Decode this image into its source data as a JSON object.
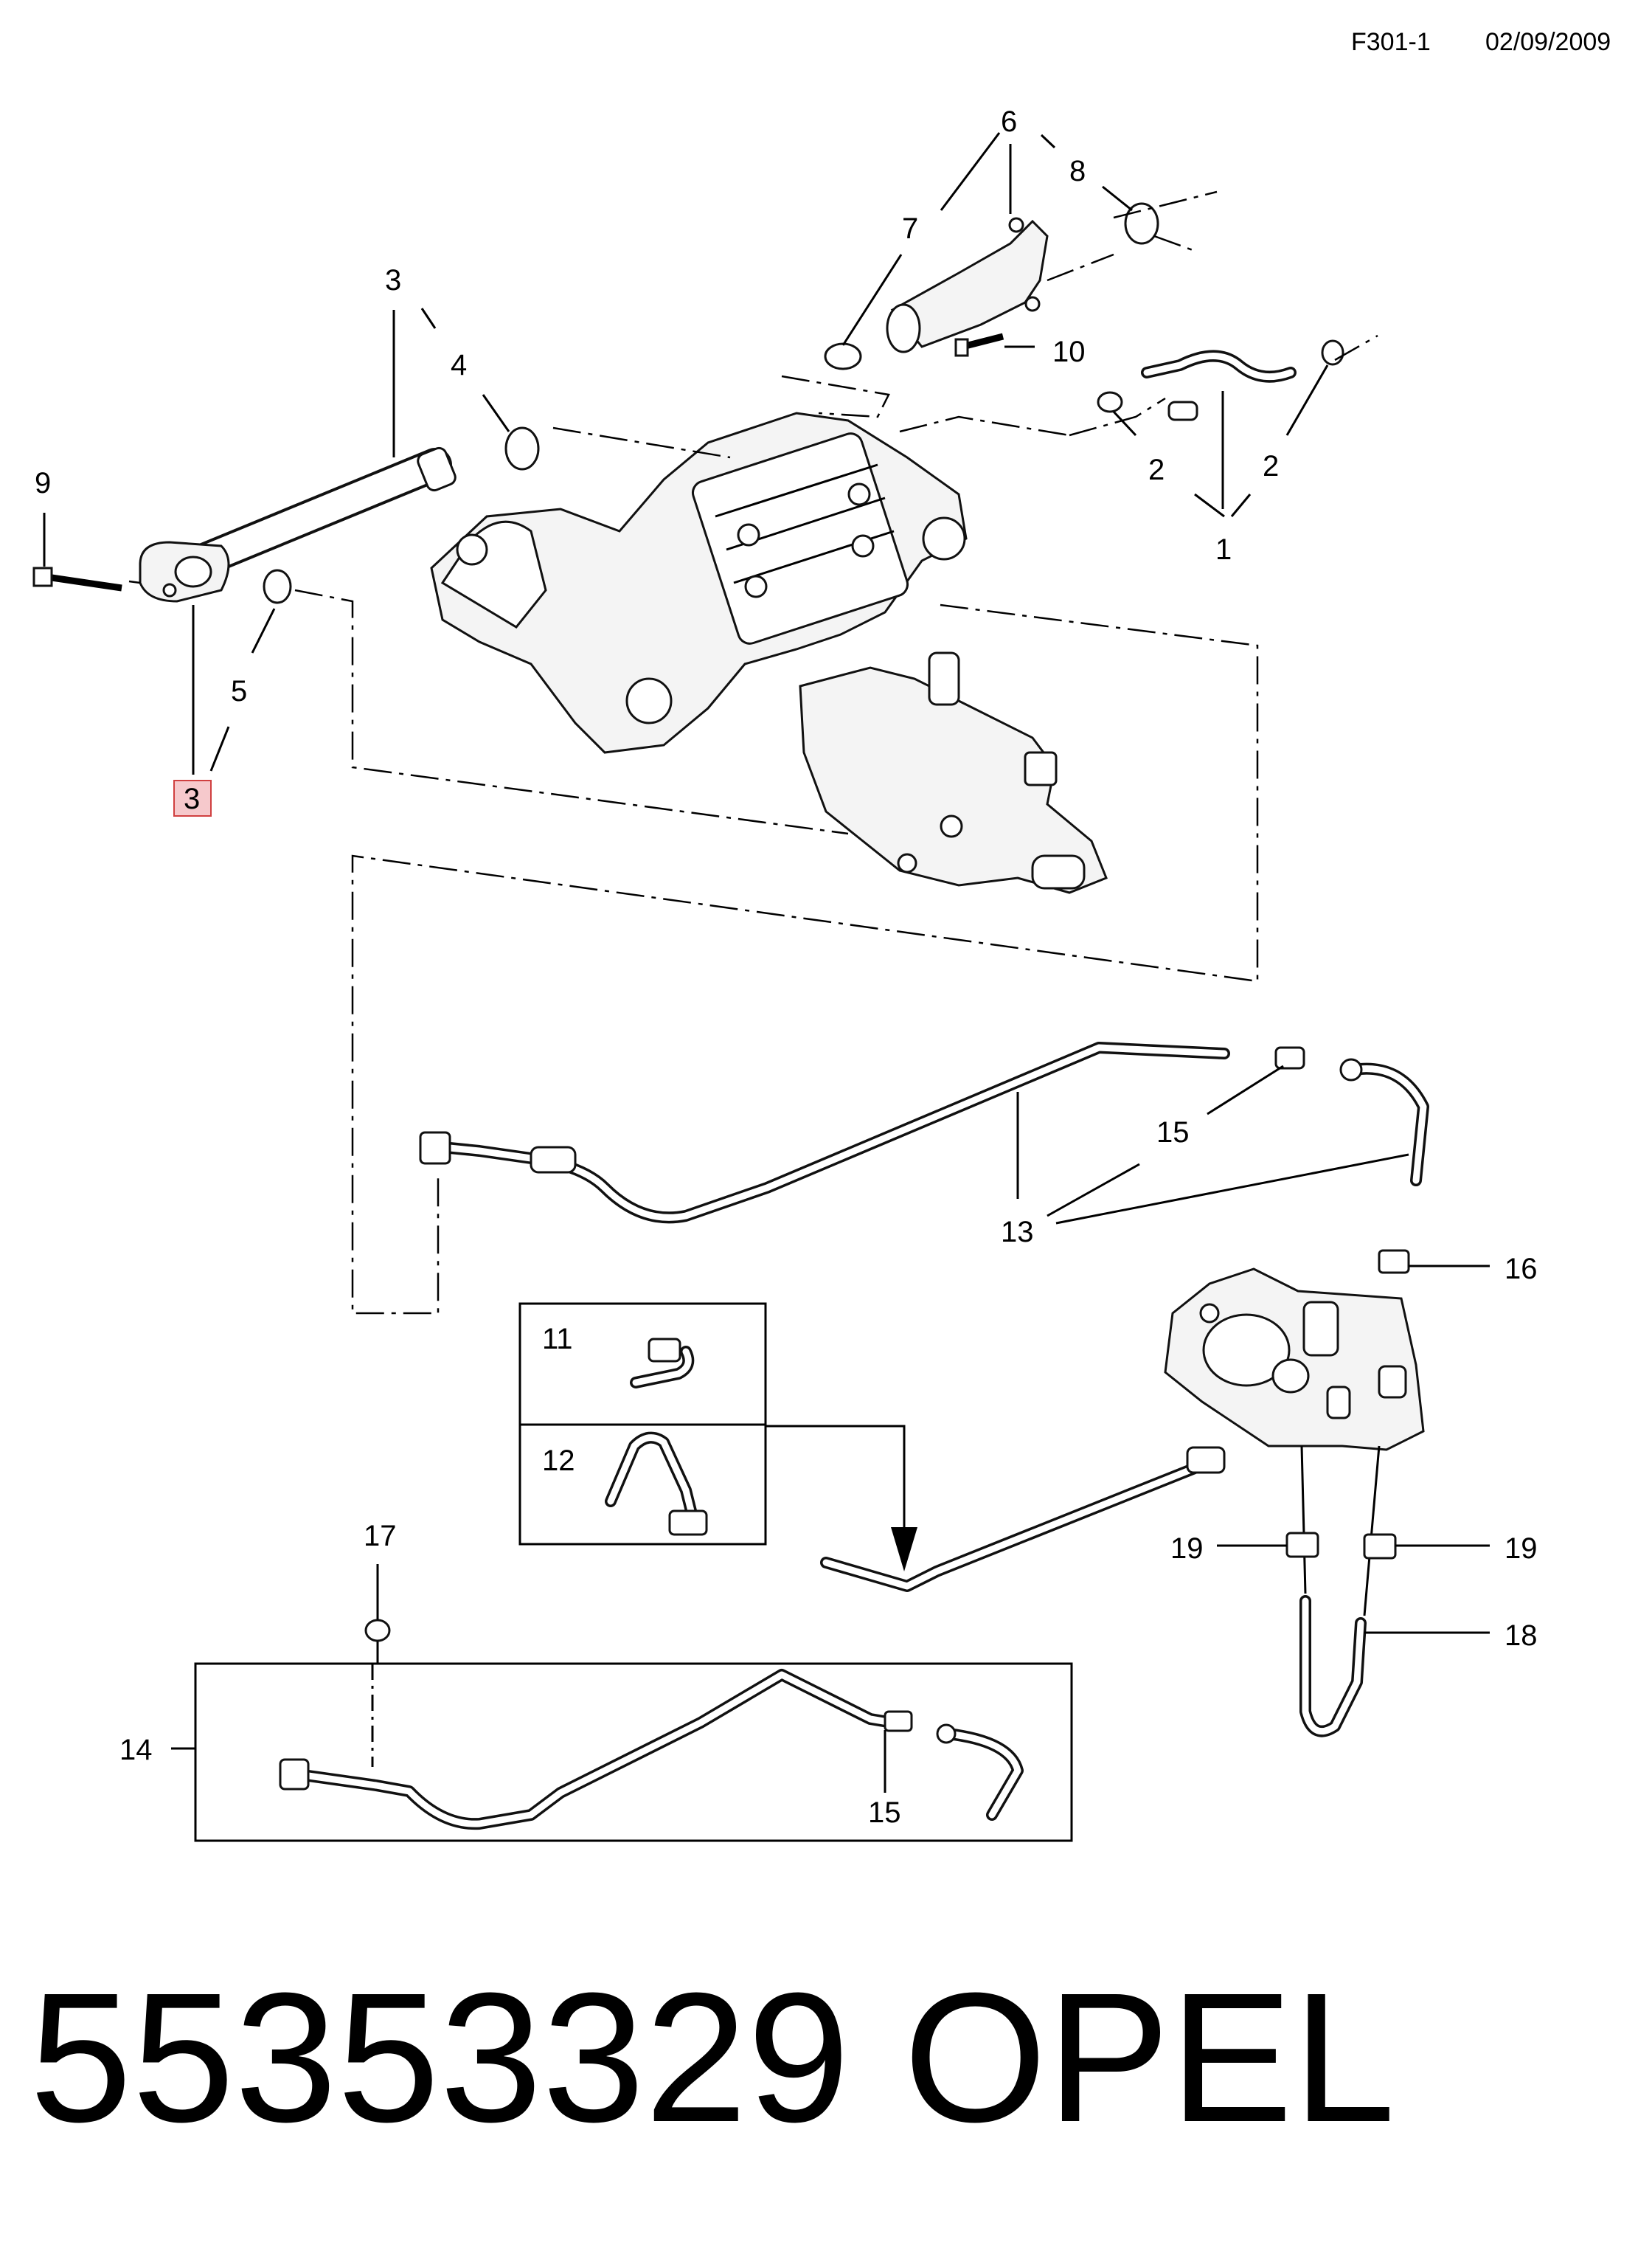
{
  "header": {
    "code": "F301-1",
    "date": "02/09/2009"
  },
  "footer": {
    "part_number": "55353329",
    "brand": "OPEL"
  },
  "callouts": {
    "c1": "1",
    "c2a": "2",
    "c2b": "2",
    "c3top": "3",
    "c3bottom": "3",
    "c4": "4",
    "c5": "5",
    "c6": "6",
    "c7": "7",
    "c8": "8",
    "c9": "9",
    "c10": "10",
    "c11": "11",
    "c12": "12",
    "c13": "13",
    "c14": "14",
    "c15a": "15",
    "c15b": "15",
    "c16": "16",
    "c17": "17",
    "c18": "18",
    "c19a": "19",
    "c19b": "19"
  },
  "colors": {
    "highlight_fill": "#f6c9cc",
    "highlight_stroke": "#d04040",
    "ink": "#000000"
  }
}
